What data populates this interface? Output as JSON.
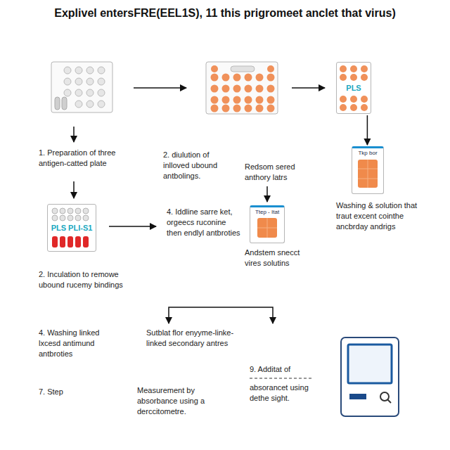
{
  "diagram": {
    "title": "Explivel entersFRE(EEL1S), 11 this prigromeet anclet that virus)",
    "nodes": [
      {
        "text": [
          "PLS"
        ]
      },
      {
        "text": [
          "Tkp bor"
        ]
      },
      {
        "text": [
          "PLS PLI-S1"
        ]
      },
      {
        "text": [
          "Ttep - Itat"
        ]
      }
    ],
    "edges": [
      {
        "from": 0,
        "to": 1,
        "arrow": "to"
      }
    ],
    "labels": [
      "1. Preparation of three antigen-catted plate",
      "2. diulution of inlloved ubound antbolings.",
      "Redsom sered anthory latrs",
      "Washing & solution that traut excent cointhe ancbrday andrigs",
      "4. Iddline sarre ket, orgeecs ruconine then endlyl antbroties",
      "Andstem snecct vires solutins",
      "2. Inculation to remowe ubound rucemy bindings",
      "4. Washing linked lxcesd antimund antbroties",
      "Sutblat flor enyyme-linke-linked secondary antres",
      "9. Additat of",
      "absorancet using dethe sight.",
      "7. Step",
      "Measurement by absorbance using a derccitometre."
    ]
  }
}
